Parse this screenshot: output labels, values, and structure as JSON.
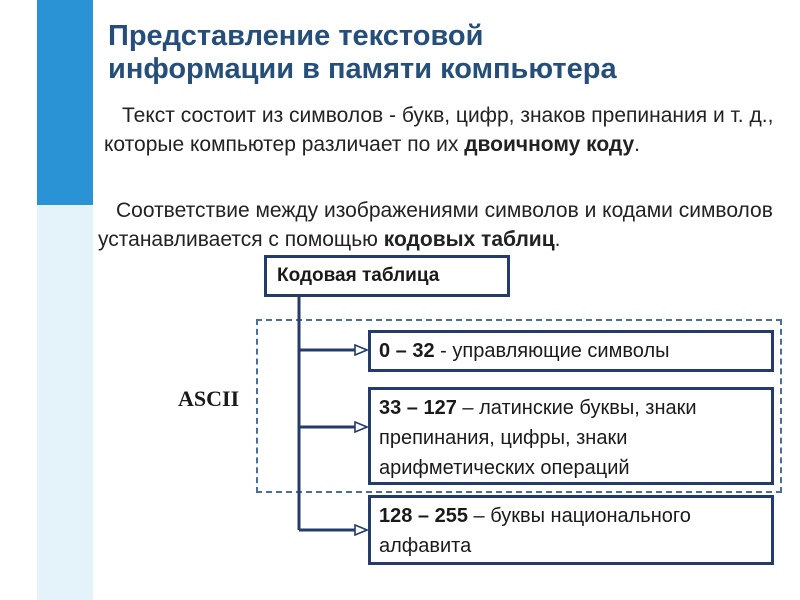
{
  "slide": {
    "title_line1": "Представление текстовой",
    "title_line2": "информации в памяти компьютера",
    "paragraph1": {
      "text_before": "Текст состоит из символов - букв, цифр, знаков препинания и т. д., которые компьютер различает по их ",
      "bold": "двоичному коду",
      "text_after": "."
    },
    "paragraph2": {
      "text_before": "Соответствие между изображениями символов и кодами символов устанавливается с помощью ",
      "bold": "кодовых таблиц",
      "text_after": "."
    }
  },
  "diagram": {
    "root_label": "Кодовая таблица",
    "group_label": "ASCII",
    "items": [
      {
        "range": "0 – 32",
        "description": " - управляющие символы"
      },
      {
        "range": "33 – 127",
        "description": " – латинские буквы, знаки препинания, цифры, знаки арифметических операций"
      },
      {
        "range": "128 – 255",
        "description": " – буквы национального алфавита"
      }
    ]
  },
  "colors": {
    "accent": "#2a93d5",
    "sidebar_light": "#e4f2fa",
    "title": "#254f7a",
    "box_border": "#253c6b",
    "dashed_border": "#4b6f99"
  }
}
